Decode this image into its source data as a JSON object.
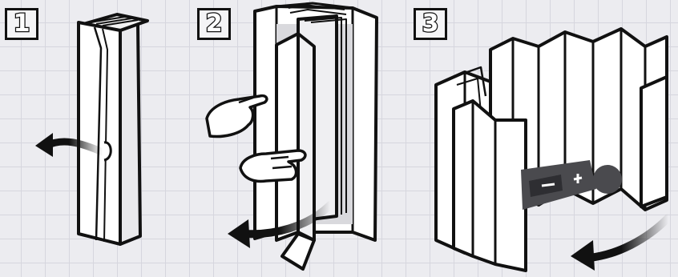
{
  "steps": [
    {
      "number": "1"
    },
    {
      "number": "2"
    },
    {
      "number": "3"
    }
  ]
}
